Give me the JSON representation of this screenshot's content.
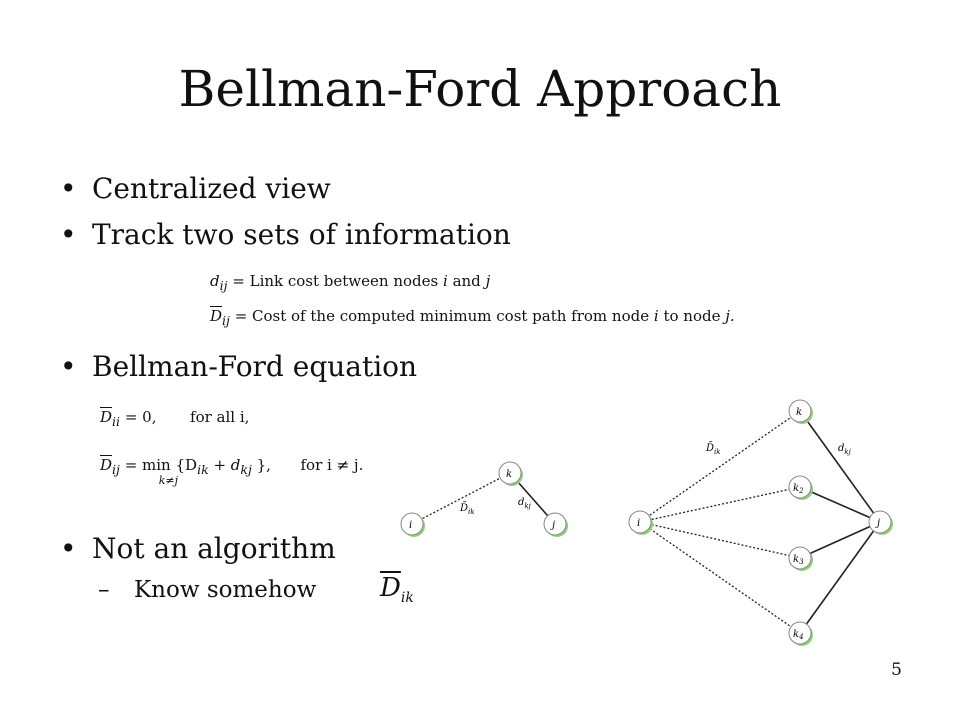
{
  "slide": {
    "title": "Bellman-Ford Approach",
    "bullets": [
      "Centralized view",
      "Track two sets of information",
      "Bellman-Ford equation",
      "Not an algorithm"
    ],
    "sub_bullet": "Know somehow",
    "page_number": "5"
  },
  "definitions": {
    "d_symbol": "d",
    "d_sub": "ij",
    "d_text": "= Link cost between nodes",
    "d_i": "i",
    "and": "and",
    "d_j": "j",
    "D_symbol": "D",
    "D_sub": "ij",
    "D_text": "= Cost of the computed minimum cost path from node",
    "D_i": "i",
    "to_node": "to node",
    "D_j": "j."
  },
  "equations": {
    "eq1_lhs": "D",
    "eq1_sub": "ii",
    "eq1_rhs": "= 0,",
    "eq1_cond": "for all i,",
    "eq2_lhs": "D",
    "eq2_sub": "ij",
    "eq2_min": "= min",
    "eq2_min_sub": "k≠j",
    "eq2_body": "{D",
    "eq2_body_sub": "ik",
    "eq2_plus": "+ d",
    "eq2_plus_sub": "kj",
    "eq2_close": "},",
    "eq2_cond": "for i ≠ j."
  },
  "inline_symbol": {
    "symbol": "D",
    "sub": "ik"
  },
  "diagram_small": {
    "nodes": [
      "i",
      "k",
      "j"
    ],
    "edge_labels": [
      "D̄ik",
      "dkj"
    ]
  },
  "diagram_large": {
    "nodes": [
      "i",
      "k",
      "k2",
      "k3",
      "k4",
      "j"
    ],
    "edge_labels": [
      "D̄ik",
      "dkj"
    ]
  },
  "colors": {
    "node_ring": "#5fbf3f",
    "node_fill": "#ffffff",
    "edge": "#222222"
  }
}
